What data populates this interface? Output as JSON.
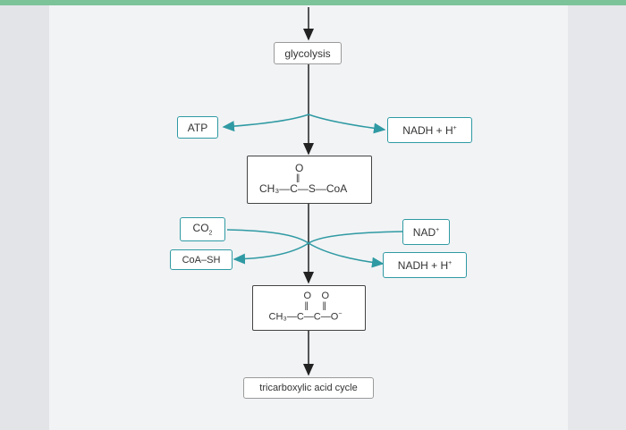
{
  "labels": {
    "glycolysis": "glycolysis",
    "atp": "ATP",
    "nadh1": "NADH + H",
    "nadh1_sup": "+",
    "co2": "CO",
    "co2_sub": "2",
    "coash": "CoA–SH",
    "nad": "NAD",
    "nad_sup": "+",
    "nadh2": "NADH + H",
    "nadh2_sup": "+",
    "tca": "tricarboxylic acid cycle"
  },
  "acetylcoa": {
    "o": "O",
    "formula": "CH₃—C—S—CoA"
  },
  "pyruvate": {
    "o1": "O",
    "o2": "O",
    "formula": "CH₃—C—C—O",
    "charge": "−"
  }
}
